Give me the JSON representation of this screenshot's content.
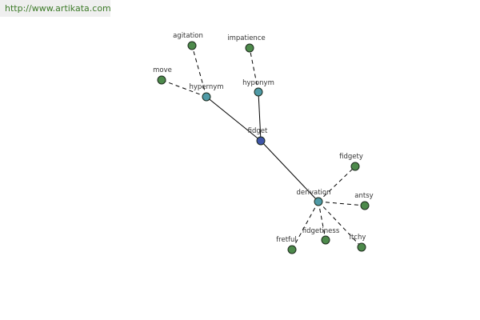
{
  "watermark": {
    "text": "http://www.artikata.com"
  },
  "graph": {
    "colors": {
      "center": "#3f55a8",
      "relation": "#4f9aa6",
      "leaf": "#4d8a4b"
    },
    "nodes": [
      {
        "id": "fidget",
        "label": "fidget",
        "kind": "center"
      },
      {
        "id": "hypernym",
        "label": "hypernym",
        "kind": "relation"
      },
      {
        "id": "hyponym",
        "label": "hyponym",
        "kind": "relation"
      },
      {
        "id": "derivation",
        "label": "derivation",
        "kind": "relation"
      },
      {
        "id": "agitation",
        "label": "agitation",
        "kind": "leaf"
      },
      {
        "id": "move",
        "label": "move",
        "kind": "leaf"
      },
      {
        "id": "impatience",
        "label": "impatience",
        "kind": "leaf"
      },
      {
        "id": "fidgety",
        "label": "fidgety",
        "kind": "leaf"
      },
      {
        "id": "antsy",
        "label": "antsy",
        "kind": "leaf"
      },
      {
        "id": "itchy",
        "label": "itchy",
        "kind": "leaf"
      },
      {
        "id": "fidgetiness",
        "label": "fidgetiness",
        "kind": "leaf"
      },
      {
        "id": "fretful",
        "label": "fretful",
        "kind": "leaf"
      }
    ],
    "edges": [
      {
        "from": "fidget",
        "to": "hypernym",
        "style": "solid"
      },
      {
        "from": "fidget",
        "to": "hyponym",
        "style": "solid"
      },
      {
        "from": "fidget",
        "to": "derivation",
        "style": "solid"
      },
      {
        "from": "hypernym",
        "to": "agitation",
        "style": "dashed"
      },
      {
        "from": "hypernym",
        "to": "move",
        "style": "dashed"
      },
      {
        "from": "hyponym",
        "to": "impatience",
        "style": "dashed"
      },
      {
        "from": "derivation",
        "to": "fidgety",
        "style": "dashed"
      },
      {
        "from": "derivation",
        "to": "antsy",
        "style": "dashed"
      },
      {
        "from": "derivation",
        "to": "itchy",
        "style": "dashed"
      },
      {
        "from": "derivation",
        "to": "fidgetiness",
        "style": "dashed"
      },
      {
        "from": "derivation",
        "to": "fretful",
        "style": "dashed"
      }
    ]
  }
}
